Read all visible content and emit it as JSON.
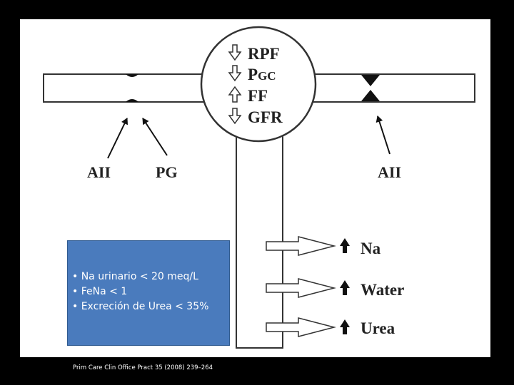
{
  "glomerulus": {
    "labels": [
      "RPF",
      "P",
      "GC",
      "FF",
      "GFR"
    ],
    "changes": [
      "decrease",
      "decrease",
      "increase",
      "decrease"
    ]
  },
  "afferent": {
    "labels": [
      "AII",
      "PG"
    ]
  },
  "efferent": {
    "label": "AII"
  },
  "tubule": {
    "items": [
      {
        "label": "Na",
        "change": "increase"
      },
      {
        "label": "Water",
        "change": "increase"
      },
      {
        "label": "Urea",
        "change": "increase"
      }
    ]
  },
  "infobox": {
    "lines": [
      "• Na urinario < 20 meq/L",
      "• FeNa < 1",
      "• Excreción de Urea < 35%"
    ],
    "color": "#4a7bbd"
  },
  "citation": "Prim Care Clin Office Pract 35 (2008) 239–264"
}
